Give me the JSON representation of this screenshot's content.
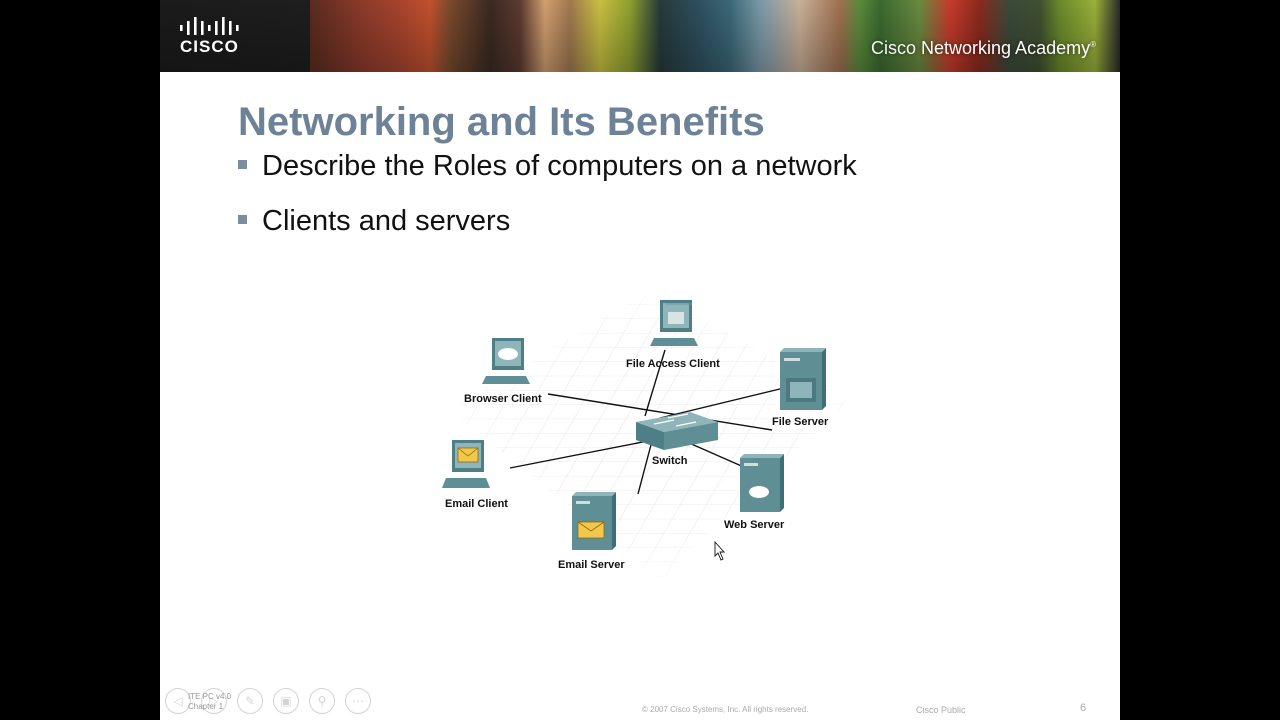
{
  "banner": {
    "logo_word": "CISCO",
    "academy_prefix": "Cisco ",
    "academy_name": "Networking Academy",
    "academy_mark": "®"
  },
  "slide": {
    "title": "Networking and Its Benefits",
    "bullets": [
      "Describe the Roles of computers on a network",
      "Clients and servers"
    ]
  },
  "diagram": {
    "nodes": {
      "file_access_client": "File Access Client",
      "browser_client": "Browser Client",
      "file_server": "File Server",
      "switch": "Switch",
      "email_client": "Email Client",
      "web_server": "Web Server",
      "email_server": "Email Server"
    }
  },
  "footer": {
    "meta_line1": "ITE PC v4.0",
    "meta_line2": "Chapter 1",
    "copyright": "© 2007 Cisco Systems, Inc. All rights reserved.",
    "classification": "Cisco Public",
    "slide_number": "6"
  },
  "colors": {
    "title": "#6e8297",
    "bullet_marker": "#7d8da0",
    "device_teal": "#5f8f95"
  }
}
